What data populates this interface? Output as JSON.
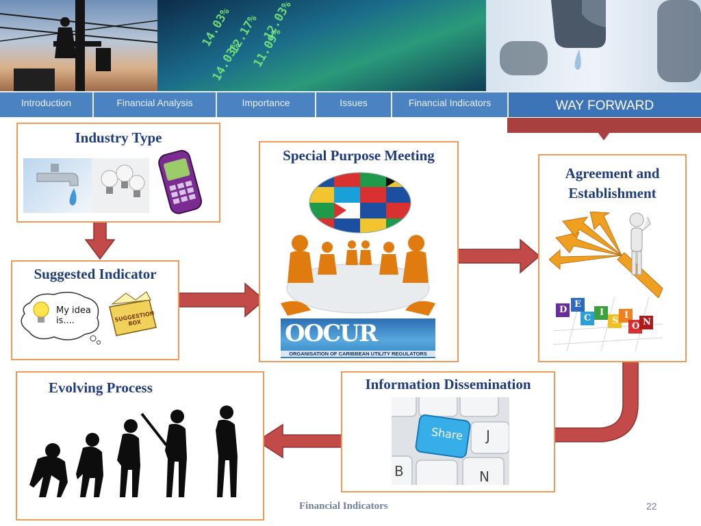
{
  "nav": {
    "tabs": [
      {
        "label": "Introduction"
      },
      {
        "label": "Financial  Analysis"
      },
      {
        "label": "Importance"
      },
      {
        "label": "Issues"
      },
      {
        "label": "Financial Indicators"
      },
      {
        "label": "WAY FORWARD",
        "active": true
      }
    ]
  },
  "banner": {
    "stock_values": [
      "12.17%",
      "14.03%",
      "11.09%",
      "14.03%",
      "12.03%"
    ]
  },
  "steps": {
    "industry_type": "Industry Type",
    "suggested_indicator": "Suggested Indicator",
    "special_purpose_meeting": "Special Purpose Meeting",
    "agreement": "Agreement and Establishment",
    "information_dissemination": "Information Dissemination",
    "evolving_process": "Evolving Process"
  },
  "images": {
    "idea_bubble_text": "My idea is....",
    "suggestion_box_text": "SUGGESTION BOX",
    "occur_logo": "OOCUR",
    "occur_subtitle": "ORGANISATION OF CARIBBEAN UTILITY REGULATORS",
    "decision_letters": [
      "D",
      "E",
      "C",
      "I",
      "S",
      "I",
      "O",
      "N"
    ],
    "share_key": "Share",
    "key_j": "J",
    "key_b": "B",
    "key_n": "N"
  },
  "footer": {
    "label": "Financial  Indicators",
    "page_number": "22"
  },
  "colors": {
    "nav_bg": "#4b82c2",
    "box_border": "#ee9b5a",
    "title_text": "#1f3c7a",
    "arrow_fill": "#c24a48",
    "active_marker": "#a94040"
  }
}
